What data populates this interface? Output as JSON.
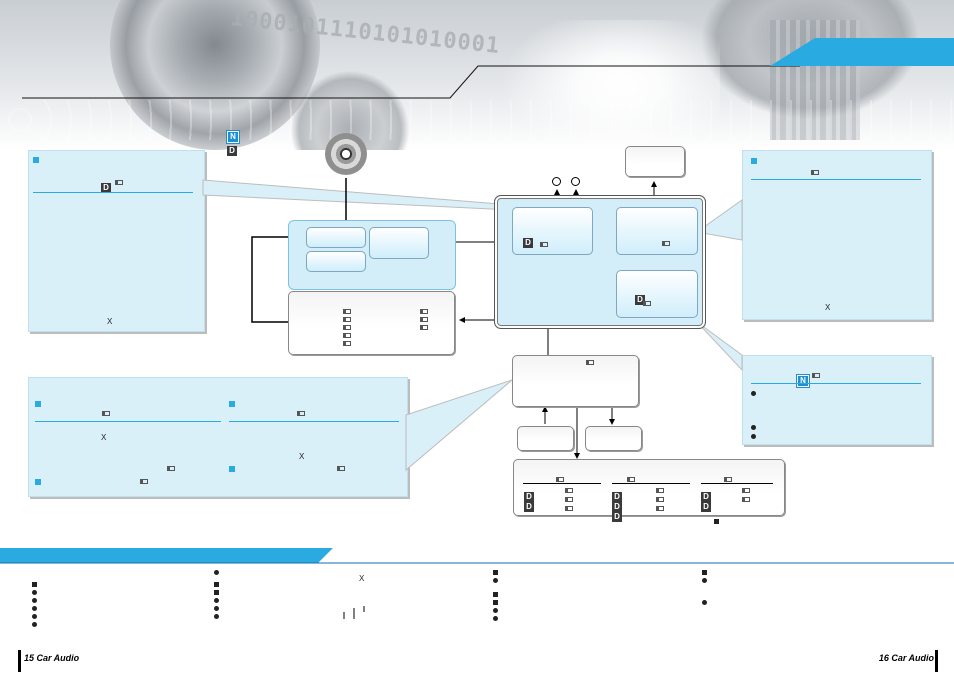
{
  "header": {
    "binary_text": "1000101110101010001",
    "brand_color": "#29abe2",
    "accent_color": "#0f6fa8"
  },
  "legend": {
    "n_icon": "N",
    "d_icon": "D"
  },
  "icons": {
    "d_label": "D",
    "n_label": "N",
    "x_mark": "X"
  },
  "footer": {
    "left_page": "15 Car Audio",
    "right_page": "16 Car Audio"
  }
}
